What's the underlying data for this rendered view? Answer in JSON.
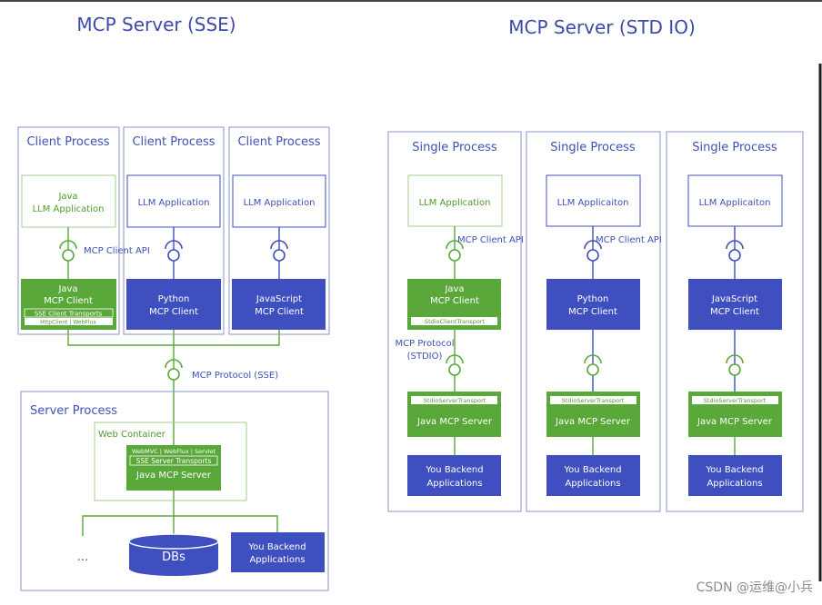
{
  "left": {
    "title": "MCP Server (SSE)",
    "client_processes": [
      {
        "header": "Client Process",
        "app_lines": [
          "Java",
          "LLM Application"
        ],
        "client_lines": [
          "Java",
          "MCP Client"
        ],
        "transport": "SSE Client Transports",
        "transport_sub": "HttpClient | WebFlux"
      },
      {
        "header": "Client Process",
        "app_lines": [
          "LLM Application"
        ],
        "client_lines": [
          "Python",
          "MCP Client"
        ]
      },
      {
        "header": "Client Process",
        "app_lines": [
          "LLM Application"
        ],
        "client_lines": [
          "JavaScript",
          "MCP Client"
        ]
      }
    ],
    "client_api_label": "MCP Client API",
    "protocol_label": "MCP Protocol (SSE)",
    "server_process": {
      "header": "Server Process",
      "web_container": "Web Container",
      "server_top": "WebMVC | WebFlux | Servlet",
      "server_transport": "SSE Server Transports",
      "server_name": "Java MCP Server",
      "ellipsis": "...",
      "dbs": "DBs",
      "backend_lines": [
        "You Backend",
        "Applications"
      ]
    }
  },
  "right": {
    "title": "MCP Server (STD IO)",
    "processes": [
      {
        "header": "Single Process",
        "app": "LLM Application",
        "client_lines": [
          "Java",
          "MCP Client"
        ],
        "client_transport": "StdioClientTransport",
        "api_label": "MCP Client API",
        "protocol_lines": [
          "MCP Protocol",
          "(STDIO)"
        ],
        "server_transport": "StdioServerTransport",
        "server": "Java MCP Server",
        "backend_lines": [
          "You Backend",
          "Applications"
        ]
      },
      {
        "header": "Single Process",
        "app": "LLM Applicaiton",
        "client_lines": [
          "Python",
          "MCP Client"
        ],
        "api_label": "MCP Client API",
        "server_transport": "StdioServerTransport",
        "server": "Java MCP Server",
        "backend_lines": [
          "You Backend",
          "Applications"
        ]
      },
      {
        "header": "Single Process",
        "app": "LLM Applicaiton",
        "client_lines": [
          "JavaScript",
          "MCP Client"
        ],
        "server_transport": "StdioServerTransport",
        "server": "Java MCP Server",
        "backend_lines": [
          "You Backend",
          "Applications"
        ]
      }
    ]
  },
  "watermark": "CSDN @运维@小兵",
  "colors": {
    "blue": "#3f4fbf",
    "green": "#5aa83a",
    "title": "#3c4aa8",
    "text_blue": "#3f51b5",
    "text_green": "#4f9a2e",
    "border": "#8a94c8"
  }
}
